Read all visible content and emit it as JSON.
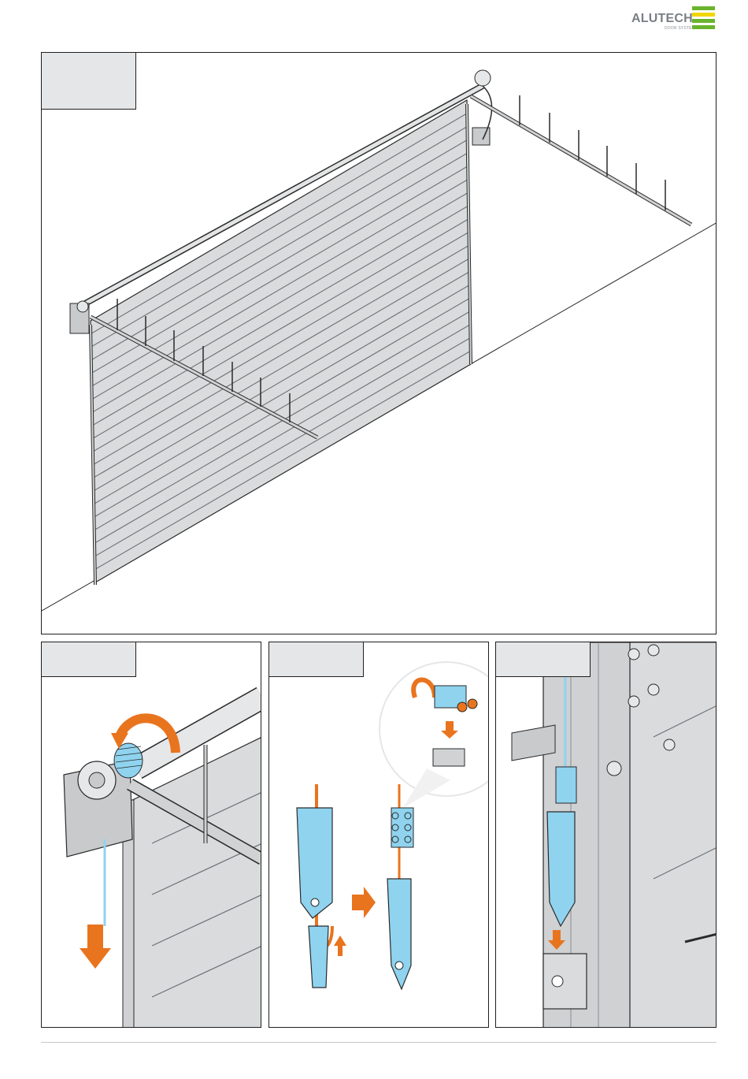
{
  "brand": {
    "name": "ALUTECH",
    "tagline": "DOOR SYSTEMS",
    "colors": {
      "green": "#6ab42d",
      "yellow": "#f2d600",
      "gray": "#7a7f85"
    }
  },
  "colors": {
    "accent": "#e9741e",
    "cable_blue": "#8fd3ef",
    "metal": "#d7d9db",
    "outline": "#2a2a2a",
    "step_box": "#e5e6e7"
  },
  "icons": {
    "rotate_arrow": "curved-arrow-icon",
    "down_arrow": "down-arrow-icon",
    "next_arrow": "right-arrow-icon"
  },
  "panels": [
    {
      "name": "overview",
      "step_label": ""
    },
    {
      "name": "winding-drum",
      "step_label": ""
    },
    {
      "name": "cable-loop",
      "step_label": ""
    },
    {
      "name": "bottom-bracket",
      "step_label": ""
    }
  ]
}
